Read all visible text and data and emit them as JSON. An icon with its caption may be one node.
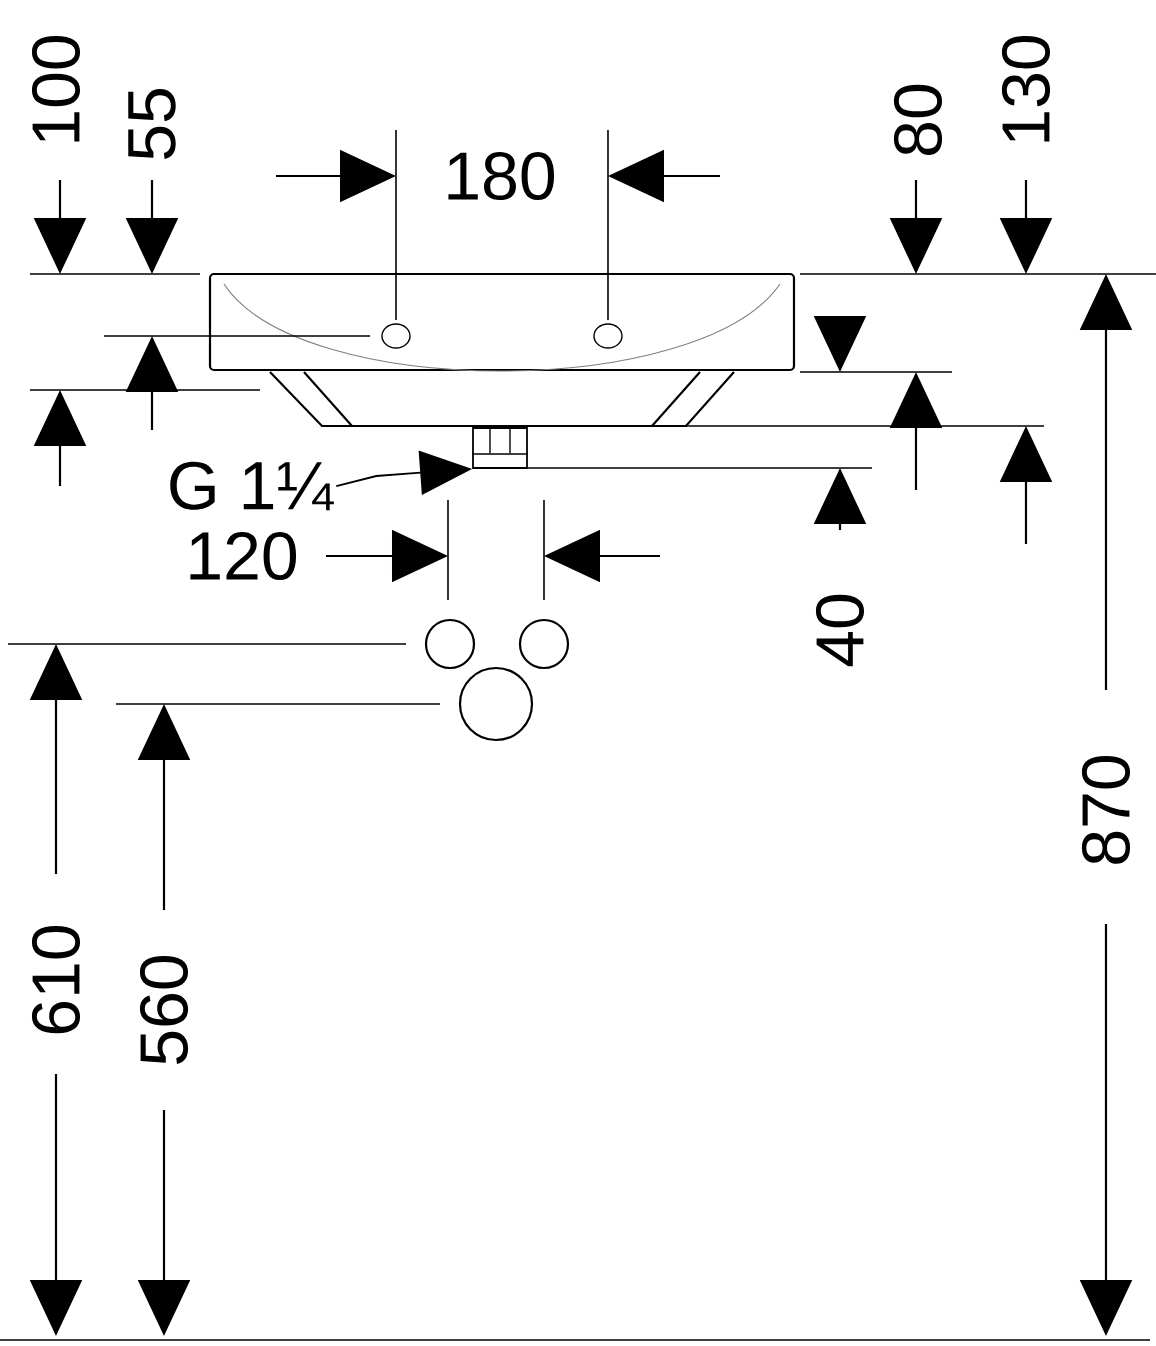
{
  "diagram": {
    "nodes": [
      {
        "text": [
          "G 1¼"
        ]
      },
      {
        "text": [],
        "shape": "box"
      }
    ],
    "edges": [
      {
        "from": 0,
        "to": 1,
        "arrow": "to"
      }
    ],
    "labels": [
      "100",
      "55",
      "180",
      "80",
      "130",
      "120",
      "40",
      "610",
      "560",
      "870"
    ]
  }
}
